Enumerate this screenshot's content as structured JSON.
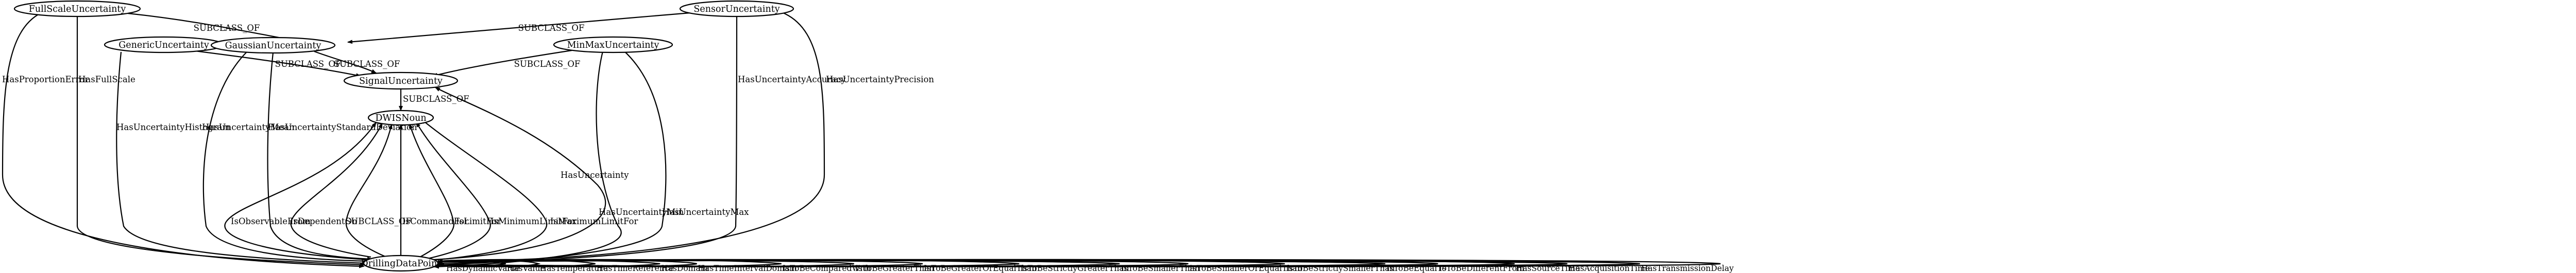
{
  "nodes": {
    "full_scale_uncertainty": "FullScaleUncertainty",
    "sensor_uncertainty": "SensorUncertainty",
    "generic_uncertainty": "GenericUncertainty",
    "gaussian_uncertainty": "GaussianUncertainty",
    "min_max_uncertainty": "MinMaxUncertainty",
    "signal_uncertainty": "SignalUncertainty",
    "dwis_noun": "DWISNoun",
    "drilling_data_point": "DrillingDataPoint"
  },
  "edges": [
    {
      "id": "fsu-gau",
      "label": "SUBCLASS_OF"
    },
    {
      "id": "sen-gau",
      "label": "SUBCLASS_OF"
    },
    {
      "id": "gen-sig",
      "label": "SUBCLASS_OF"
    },
    {
      "id": "gau-sig",
      "label": "SUBCLASS_OF"
    },
    {
      "id": "mm-sig",
      "label": "SUBCLASS_OF"
    },
    {
      "id": "sig-dwis",
      "label": "SUBCLASS_OF"
    },
    {
      "id": "fsu-ddp-prop",
      "label": "HasProportionError"
    },
    {
      "id": "fsu-ddp-full",
      "label": "HasFullScale"
    },
    {
      "id": "gen-ddp",
      "label": "HasUncertaintyHistogram"
    },
    {
      "id": "gau-ddp-mean",
      "label": "HasUncertaintyMean"
    },
    {
      "id": "gau-ddp-std",
      "label": "HasUncertaintyStandardDeviation"
    },
    {
      "id": "mm-ddp-min",
      "label": "HasUncertaintyMin"
    },
    {
      "id": "mm-ddp-max",
      "label": "HasUncertaintyMax"
    },
    {
      "id": "sen-ddp-acc",
      "label": "HasUncertaintyAccuracy"
    },
    {
      "id": "sen-ddp-prec",
      "label": "HasUncertaintyPrecision"
    },
    {
      "id": "ddp-sig",
      "label": "HasUncertainty"
    },
    {
      "id": "ddp-dwis-obs",
      "label": "IsObservableFrom"
    },
    {
      "id": "ddp-dwis-dep",
      "label": "IsDependentOn"
    },
    {
      "id": "ddp-dwis-sub",
      "label": "SUBCLASS_OF"
    },
    {
      "id": "ddp-dwis-cmd",
      "label": "IsCommandFor"
    },
    {
      "id": "ddp-dwis-lim",
      "label": "IsLimitFor"
    },
    {
      "id": "ddp-dwis-minl",
      "label": "IsMinimumLimitFor"
    },
    {
      "id": "ddp-dwis-maxl",
      "label": "IsMaximumLimitFor"
    }
  ],
  "self_loop_labels": [
    "HasDynamicValue",
    "HasValue",
    "HasTemperature",
    "HasTimeReference",
    "HasDomain",
    "HasTimeIntervalDomain",
    "IsToBeComparedWith",
    "IsToBeGreaterThan",
    "IsToBeGreaterOrEqualThan",
    "IsToBeStrictlyGreaterThan",
    "IsToBeSmallerThan",
    "IsToBeSmallerOrEqualThan",
    "IsToBeStrictlySmallerThan",
    "IsToBeEqualTo",
    "IsToBeDifferentFrom",
    "HasSourceTime",
    "HasAcquisitionTime",
    "HasTransmissionDelay"
  ]
}
